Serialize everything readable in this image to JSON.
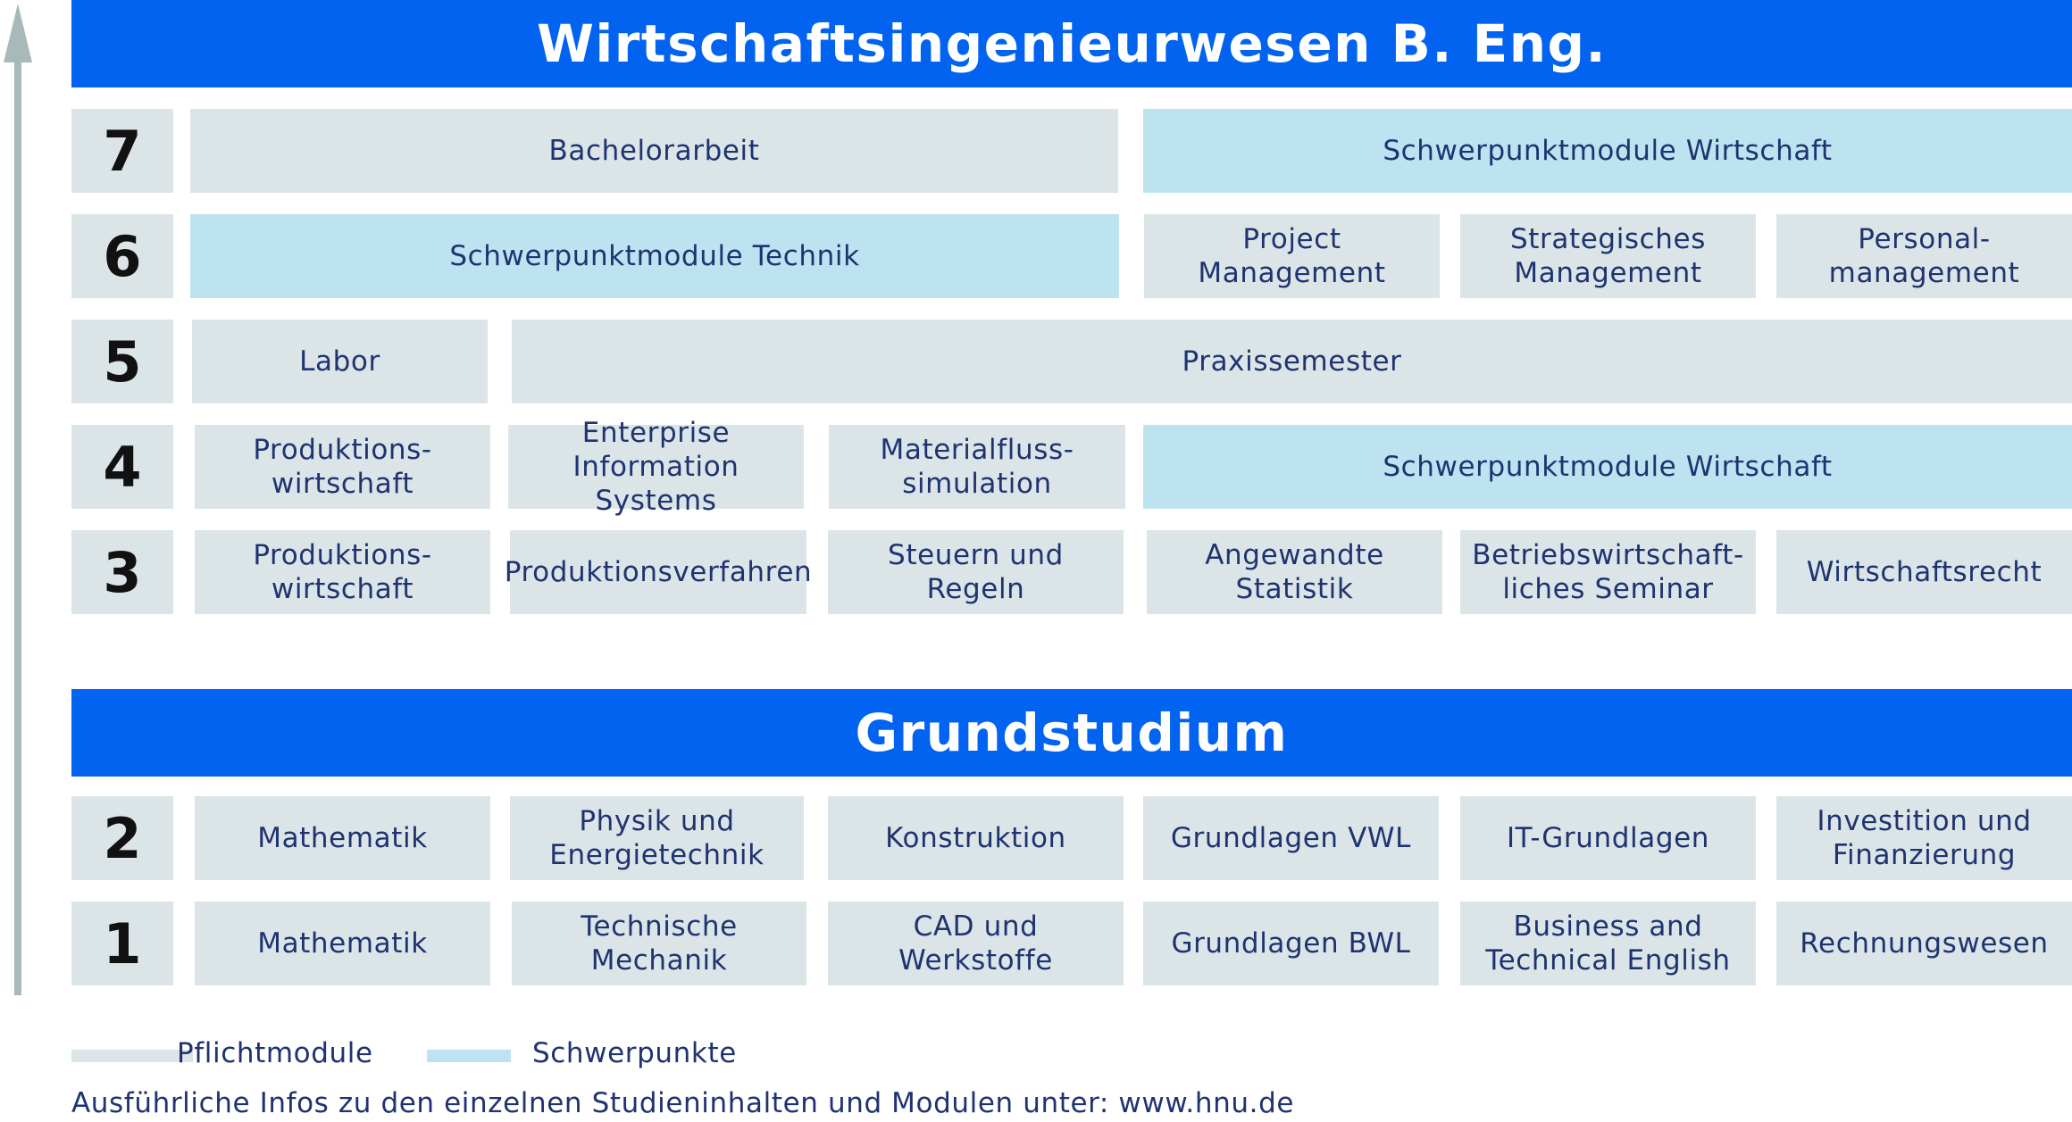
{
  "header": {
    "title": "Wirtschaftsingenieurwesen B. Eng."
  },
  "grundstudium": {
    "title": "Grundstudium"
  },
  "semesters": [
    {
      "number": "7",
      "modules": [
        {
          "label": "Bachelorarbeit",
          "kind": "pflicht"
        },
        {
          "label": "Schwerpunktmodule Wirtschaft",
          "kind": "schwerpunkt"
        }
      ]
    },
    {
      "number": "6",
      "modules": [
        {
          "label": "Schwerpunktmodule Technik",
          "kind": "schwerpunkt"
        },
        {
          "label": "Project\nManagement",
          "kind": "pflicht"
        },
        {
          "label": "Strategisches\nManagement",
          "kind": "pflicht"
        },
        {
          "label": "Personal-\nmanagement",
          "kind": "pflicht"
        }
      ]
    },
    {
      "number": "5",
      "modules": [
        {
          "label": "Labor",
          "kind": "pflicht"
        },
        {
          "label": "Praxissemester",
          "kind": "pflicht"
        }
      ]
    },
    {
      "number": "4",
      "modules": [
        {
          "label": "Produktions-\nwirtschaft",
          "kind": "pflicht"
        },
        {
          "label": "Enterprise\nInformation Systems",
          "kind": "pflicht"
        },
        {
          "label": "Materialfluss-\nsimulation",
          "kind": "pflicht"
        },
        {
          "label": "Schwerpunktmodule Wirtschaft",
          "kind": "schwerpunkt"
        }
      ]
    },
    {
      "number": "3",
      "modules": [
        {
          "label": "Produktions-\nwirtschaft",
          "kind": "pflicht"
        },
        {
          "label": "Produktionsverfahren",
          "kind": "pflicht"
        },
        {
          "label": "Steuern und Regeln",
          "kind": "pflicht"
        },
        {
          "label": "Angewandte\nStatistik",
          "kind": "pflicht"
        },
        {
          "label": "Betriebswirtschaft-\nliches Seminar",
          "kind": "pflicht"
        },
        {
          "label": "Wirtschaftsrecht",
          "kind": "pflicht"
        }
      ]
    },
    {
      "number": "2",
      "modules": [
        {
          "label": "Mathematik",
          "kind": "pflicht"
        },
        {
          "label": "Physik und\nEnergietechnik",
          "kind": "pflicht"
        },
        {
          "label": "Konstruktion",
          "kind": "pflicht"
        },
        {
          "label": "Grundlagen VWL",
          "kind": "pflicht"
        },
        {
          "label": "IT-Grundlagen",
          "kind": "pflicht"
        },
        {
          "label": "Investition und\nFinanzierung",
          "kind": "pflicht"
        }
      ]
    },
    {
      "number": "1",
      "modules": [
        {
          "label": "Mathematik",
          "kind": "pflicht"
        },
        {
          "label": "Technische Mechanik",
          "kind": "pflicht"
        },
        {
          "label": "CAD und\nWerkstoffe",
          "kind": "pflicht"
        },
        {
          "label": "Grundlagen BWL",
          "kind": "pflicht"
        },
        {
          "label": "Business and\nTechnical English",
          "kind": "pflicht"
        },
        {
          "label": "Rechnungswesen",
          "kind": "pflicht"
        }
      ]
    }
  ],
  "legend": [
    {
      "label": "Pflichtmodule",
      "color": "#dbe5e8"
    },
    {
      "label": "Schwerpunkte",
      "color": "#bde3f0"
    }
  ],
  "footer": {
    "note": "Ausführliche Infos zu den einzelnen Studieninhalten und Modulen unter: www.hnu.de"
  },
  "colors": {
    "banner": "#0263f0",
    "pflicht": "#dbe5e8",
    "schwerpunkt": "#bde3f0",
    "text": "#1f3370",
    "axis": "#a9b8b8"
  }
}
